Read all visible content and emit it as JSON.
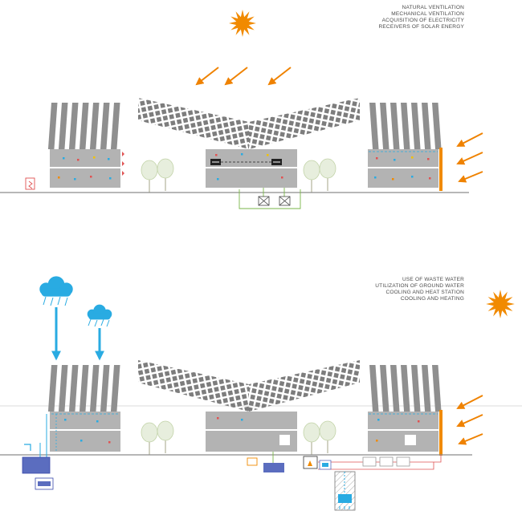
{
  "top_diagram": {
    "labels": [
      "NATURAL VENTILATION",
      "MECHANICAL VENTILATION",
      "ACQUISITION OF ELECTRICITY",
      "RECEIVERS OF SOLAR ENERGY"
    ]
  },
  "bottom_diagram": {
    "labels": [
      "USE OF WASTE WATER",
      "UTILIZATION OF GROUND WATER",
      "COOLING AND HEAT STATION",
      "COOLING AND HEATING"
    ]
  },
  "colors": {
    "sun": "#f18a00",
    "arrow_orange": "#ef8200",
    "cloud_blue": "#29abe2",
    "building_gray": "#b3b3b3",
    "panel_gray": "#8f8f8f",
    "roof_tile_gray": "#7d7d7d",
    "tree_fill": "#e7eedd",
    "tree_stroke": "#c2d3a8",
    "accent_strip": "#f18a00",
    "pipe_green": "#7ab648",
    "pipe_red": "#e05252",
    "pipe_blue": "#29abe2",
    "equipment_purple": "#5b6dbf",
    "text": "#4a4a4a"
  },
  "icons": {
    "sun": "sun-burst",
    "cloud": "rain-cloud",
    "rain": "rain-dashes",
    "arrow": "direction-arrow",
    "tree": "tree",
    "fan": "fan-unit",
    "tap": "water-tap"
  }
}
